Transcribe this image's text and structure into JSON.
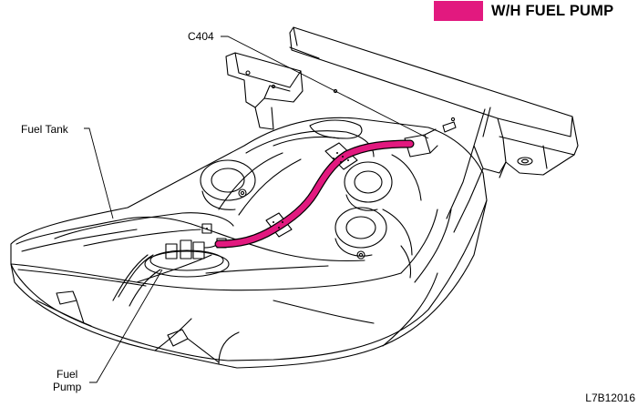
{
  "legend": {
    "label": "W/H FUEL PUMP",
    "color": "#e2197f"
  },
  "callouts": {
    "connector": "C404",
    "fuel_tank": "Fuel Tank",
    "fuel_pump_line1": "Fuel",
    "fuel_pump_line2": "Pump"
  },
  "figure_id": "L7B12016",
  "colors": {
    "harness": "#e2197f",
    "line": "#000000",
    "background": "#ffffff"
  }
}
